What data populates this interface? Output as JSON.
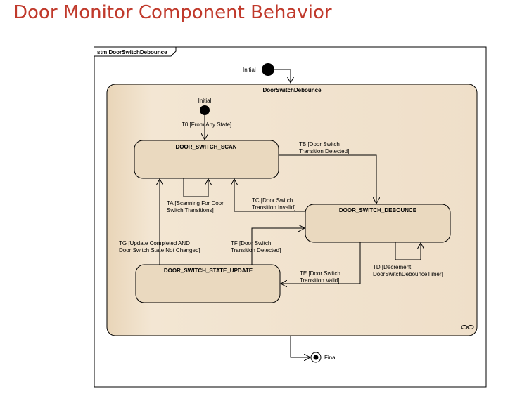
{
  "page": {
    "title": "Door Monitor Component Behavior"
  },
  "diagram": {
    "frame_label": "stm DoorSwitchDebounce",
    "outer_initial_label": "Initial",
    "composite_state": "DoorSwitchDebounce",
    "inner_initial_label": "Initial",
    "final_label": "Final",
    "states": {
      "scan": "DOOR_SWITCH_SCAN",
      "debounce": "DOOR_SWITCH_DEBOUNCE",
      "update": "DOOR_SWITCH_STATE_UPDATE"
    },
    "transitions": {
      "t0": "T0 [From Any State]",
      "ta": [
        "TA [Scanning For Door",
        "Switch Transitions]"
      ],
      "tb": [
        "TB [Door Switch",
        "Transition Detected]"
      ],
      "tc": [
        "TC [Door Switch",
        "Transition Invalid]"
      ],
      "td": [
        "TD [Decrement",
        "DoorSwitchDebounceTimer]"
      ],
      "te": [
        "TE [Door Switch",
        "Transition Valid]"
      ],
      "tf": [
        "TF [Door Switch",
        "Transition Detected]"
      ],
      "tg": [
        "TG [Update Completed AND",
        "Door Switch State Not Changed]"
      ]
    },
    "colors": {
      "title": "#c0392b",
      "composite_fill": "#f1e2cd",
      "state_fill": "#ead9bf",
      "stroke": "#000000"
    }
  }
}
